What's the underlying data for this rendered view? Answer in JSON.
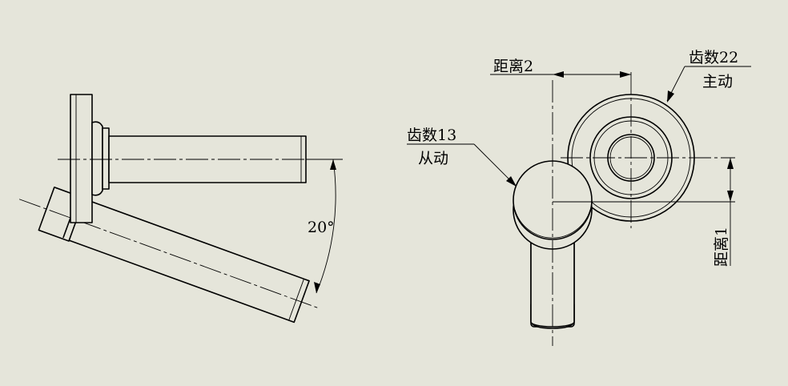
{
  "left_view": {
    "angle_label": "20°"
  },
  "right_view": {
    "driven_gear": {
      "teeth_label": "齿数13",
      "role_label": "从动"
    },
    "driving_gear": {
      "teeth_label": "齿数22",
      "role_label": "主动"
    },
    "distance_1": {
      "label": "距离1"
    },
    "distance_2": {
      "label": "距离2"
    }
  }
}
